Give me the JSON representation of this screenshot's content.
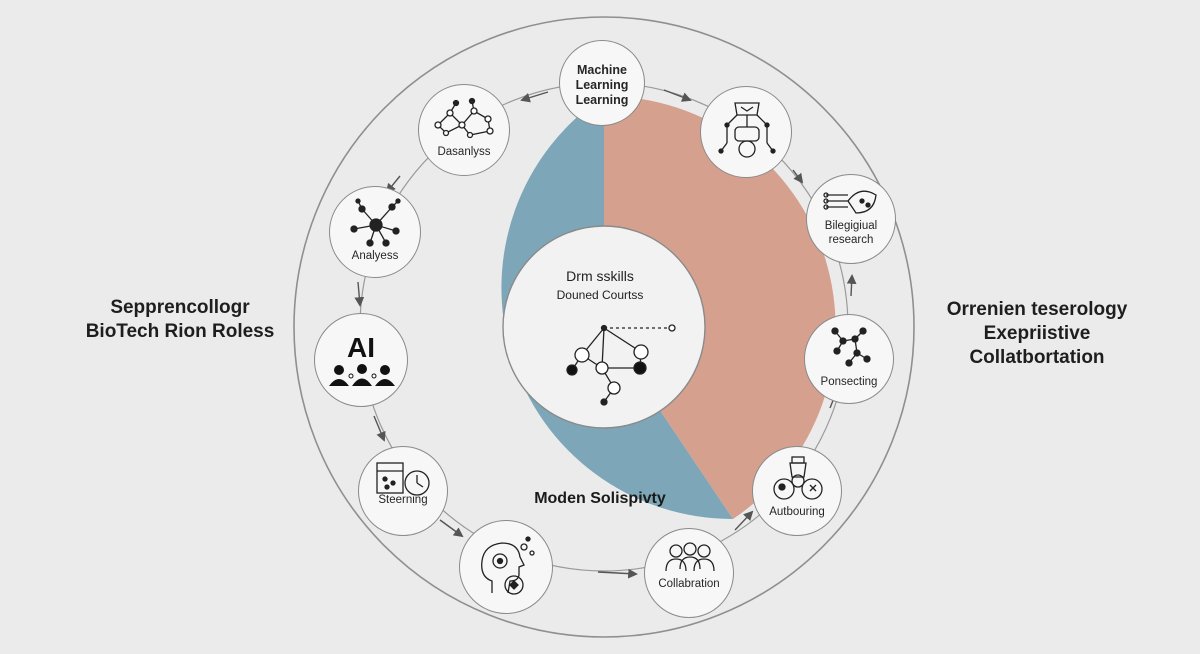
{
  "left_text": [
    "Sepprencollogr",
    "BioTech Rion Roless"
  ],
  "right_text": [
    "Orrenien teserology",
    "Exepriistive",
    "Collatbortation"
  ],
  "center": {
    "title": "Drm sskills",
    "subtitle": "Douned Courtss"
  },
  "segment_label": "Moden Solispivty",
  "nodes": {
    "machine_learning": [
      "Machine",
      "Learning",
      "Learning"
    ],
    "data_analysis": "Dasanlyss",
    "analysis": "Analyess",
    "ai": "AI",
    "steerning": "Steerning",
    "collaboration": "Collabration",
    "auttoring": "Autbouring",
    "ponsecting": "Ponsecting",
    "biological_research": [
      "Bilegigiual",
      "research"
    ]
  },
  "colors": {
    "background": "#ebebeb",
    "blue_segment": "#7da7b9",
    "salmon_segment": "#d6a08e",
    "ring_stroke": "#8a8a8a",
    "node_fill": "#f7f7f7"
  }
}
